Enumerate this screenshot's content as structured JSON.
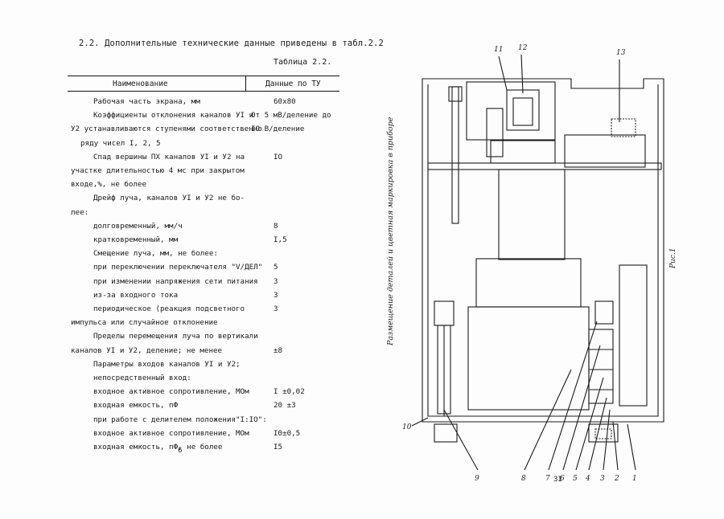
{
  "left_page": {
    "intro_line": "2.2. Дополнительные технические данные приведены в табл.2.2",
    "table_number": "Таблица 2.2.",
    "headers": {
      "name": "Наименование",
      "value": "Данные по ТУ"
    },
    "rows": [
      {
        "text": "Рабочая часть экрана, мм",
        "value": "60х80"
      },
      {
        "text": "Коэффициенты отклонения каналов  УI и",
        "value": "От 5 мВ/деление до"
      },
      {
        "text": "У2 устанавливаются ступенями соответственно",
        "value": "IO В/деление"
      },
      {
        "text": "ряду чисел  I, 2, 5",
        "value": ""
      },
      {
        "text": "Спад вершины ПХ каналов  УI  и  У2 на",
        "value": "IO"
      },
      {
        "text": "участке длительностью 4 мс при закрытом",
        "value": ""
      },
      {
        "text": "входе,%,  не более",
        "value": ""
      },
      {
        "text": "Дрейф луча, каналов УI  и  У2  не бо-",
        "value": ""
      },
      {
        "text": "лее:",
        "value": ""
      },
      {
        "text": "долговременный, мм/ч",
        "value": "8"
      },
      {
        "text": "кратковременный, мм",
        "value": "I,5"
      },
      {
        "text": "Смещение луча, мм, не более:",
        "value": ""
      },
      {
        "text": "при переключении переключателя \"V/ДЕЛ\"",
        "value": "5"
      },
      {
        "text": "при изменении напряжения сети питания",
        "value": "3"
      },
      {
        "text": "из-за входного тока",
        "value": "3"
      },
      {
        "text": "периодическое  (реакция подсветного",
        "value": "3"
      },
      {
        "text": "импульса  или случайное отклонение",
        "value": ""
      },
      {
        "text": "Пределы перемещения  луча по вертикали",
        "value": ""
      },
      {
        "text": "каналов  УI  и  У2, деление; не менее",
        "value": "±8"
      },
      {
        "text": "Параметры входов каналов  УI и  У2;",
        "value": ""
      },
      {
        "text": "непосредственный вход:",
        "value": ""
      },
      {
        "text": "входное активное  сопротивление, МОм",
        "value": "I ±0,02"
      },
      {
        "text": "входная емкость, пФ",
        "value": "20 ±3"
      },
      {
        "text": "при работе с делителем положения\"I:IO\":",
        "value": ""
      },
      {
        "text": "входное активное сопротивление, МОм",
        "value": "I0±0,5"
      },
      {
        "text": "входная емкость, пФ, не более",
        "value": "I5"
      }
    ],
    "page_number": "6"
  },
  "right_page": {
    "caption": "Размещение  деталей и цветная маркировка в приборе",
    "figure_label": "Рис.1",
    "callouts": [
      "11",
      "12",
      "13",
      "9",
      "8",
      "7",
      "6",
      "5",
      "4",
      "3",
      "2",
      "1",
      "10"
    ],
    "page_number": "3I"
  }
}
